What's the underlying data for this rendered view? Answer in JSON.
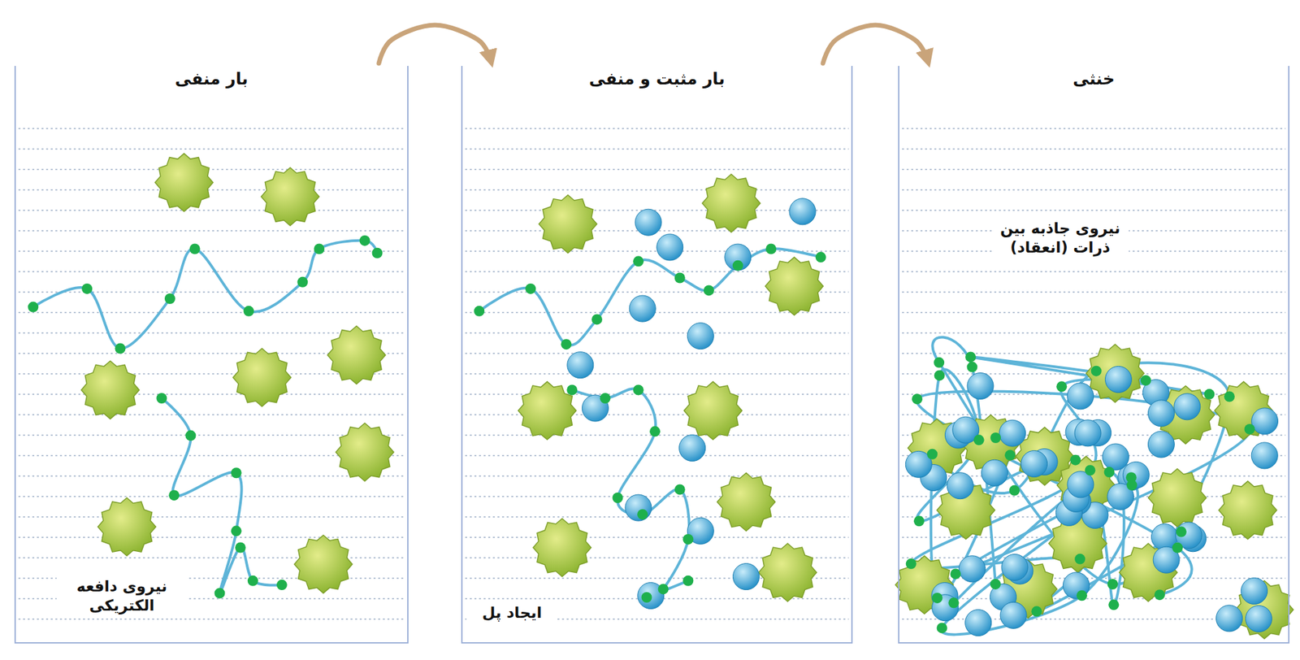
{
  "diagram": {
    "nodes": [
      {
        "text": [
          "بار منفی",
          "نیروی دافعه الکتریکی"
        ]
      },
      {
        "text": [
          "بار مثبت و منفی",
          "ایجاد پل"
        ]
      },
      {
        "text": [
          "خنثی",
          "نیروی جاذبه بین ذرات (انعقاد)"
        ]
      }
    ],
    "edges": [
      {
        "from": 0,
        "to": 1,
        "arrow": "to"
      },
      {
        "from": 1,
        "to": 2,
        "arrow": "to"
      }
    ]
  }
}
